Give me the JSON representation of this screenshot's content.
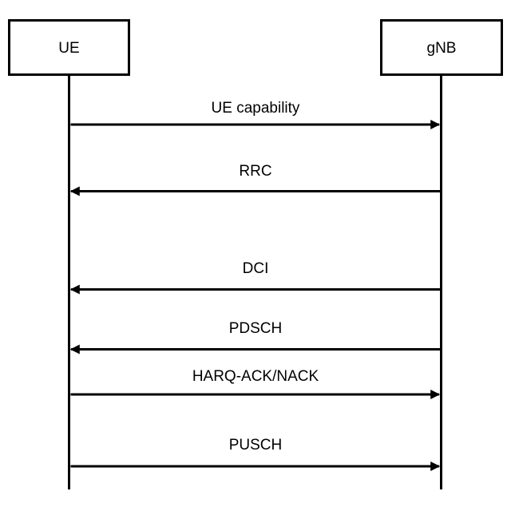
{
  "diagram": {
    "type": "sequence-diagram",
    "actors": [
      {
        "id": "ue",
        "name": "UE"
      },
      {
        "id": "gnb",
        "name": "gNB"
      }
    ],
    "messages": [
      {
        "label": "UE capability",
        "from": "UE",
        "to": "gNB",
        "direction": "right"
      },
      {
        "label": "RRC",
        "from": "gNB",
        "to": "UE",
        "direction": "left"
      },
      {
        "label": "DCI",
        "from": "gNB",
        "to": "UE",
        "direction": "left"
      },
      {
        "label": "PDSCH",
        "from": "gNB",
        "to": "UE",
        "direction": "left"
      },
      {
        "label": "HARQ-ACK/NACK",
        "from": "UE",
        "to": "gNB",
        "direction": "right"
      },
      {
        "label": "PUSCH",
        "from": "UE",
        "to": "gNB",
        "direction": "right"
      }
    ],
    "colors": {
      "line": "#000000",
      "text": "#000000",
      "background": "#ffffff"
    }
  }
}
